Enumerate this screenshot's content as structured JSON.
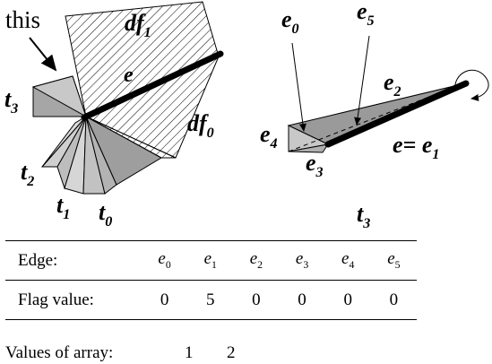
{
  "labels": {
    "this": "this",
    "df1_base": "df",
    "df1_sub": "1",
    "df0_base": "df",
    "df0_sub": "0",
    "e": "e",
    "t3_left_base": "t",
    "t3_left_sub": "3",
    "t2_base": "t",
    "t2_sub": "2",
    "t1_base": "t",
    "t1_sub": "1",
    "t0_base": "t",
    "t0_sub": "0",
    "e0_base": "e",
    "e0_sub": "0",
    "e5_base": "e",
    "e5_sub": "5",
    "e2_base": "e",
    "e2_sub": "2",
    "e4_base": "e",
    "e4_sub": "4",
    "e3_base": "e",
    "e3_sub": "3",
    "e_eq_base": "e= e",
    "e_eq_sub": "1",
    "t3_right_base": "t",
    "t3_right_sub": "3"
  },
  "table": {
    "headers": {
      "label": "Edge:",
      "edges": [
        {
          "base": "e",
          "sub": "0"
        },
        {
          "base": "e",
          "sub": "1"
        },
        {
          "base": "e",
          "sub": "2"
        },
        {
          "base": "e",
          "sub": "3"
        },
        {
          "base": "e",
          "sub": "4"
        },
        {
          "base": "e",
          "sub": "5"
        }
      ]
    },
    "flag_row": {
      "label": "Flag value:",
      "values": [
        "0",
        "5",
        "0",
        "0",
        "0",
        "0"
      ]
    }
  },
  "array": {
    "label": "Values of array:",
    "values": [
      "1",
      "2"
    ]
  }
}
